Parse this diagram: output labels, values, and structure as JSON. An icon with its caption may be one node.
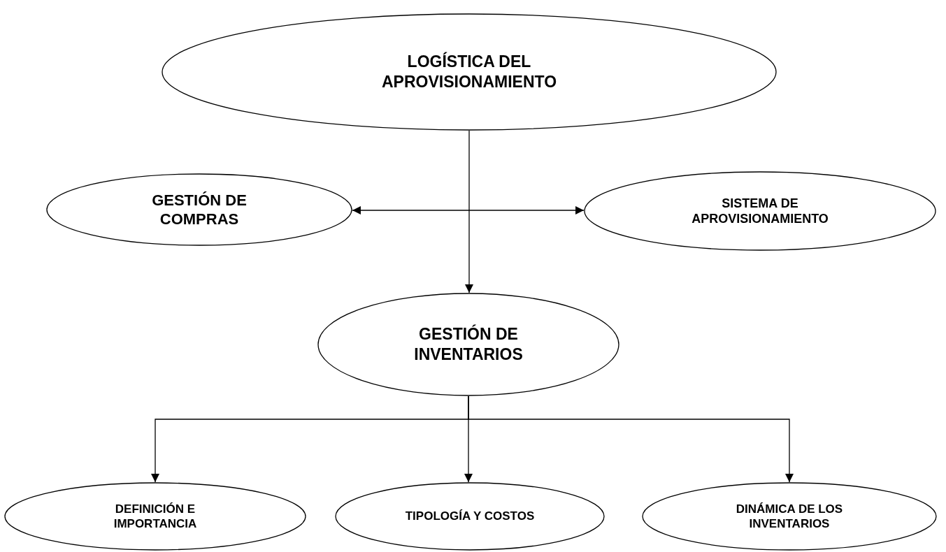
{
  "diagram": {
    "nodes": [
      {
        "text": [
          "LOGÍSTICA DEL APROVISIONAMIENTO"
        ]
      },
      {
        "text": [
          "GESTIÓN DE COMPRAS"
        ]
      },
      {
        "text": [
          "SISTEMA DE APROVISIONAMIENTO"
        ]
      },
      {
        "text": [
          "GESTIÓN DE INVENTARIOS"
        ]
      },
      {
        "text": [
          "DEFINICIÓN E IMPORTANCIA"
        ]
      },
      {
        "text": [
          "TIPOLOGÍA Y COSTOS"
        ]
      },
      {
        "text": [
          "DINÁMICA DE LOS INVENTARIOS"
        ]
      }
    ],
    "edges": [
      {
        "from": 0,
        "to": 3,
        "arrow": "to"
      },
      {
        "from": 1,
        "to": 2,
        "arrow": "both"
      },
      {
        "from": 3,
        "to": 4,
        "arrow": "to"
      },
      {
        "from": 3,
        "to": 5,
        "arrow": "to"
      },
      {
        "from": 3,
        "to": 6,
        "arrow": "to"
      }
    ]
  }
}
